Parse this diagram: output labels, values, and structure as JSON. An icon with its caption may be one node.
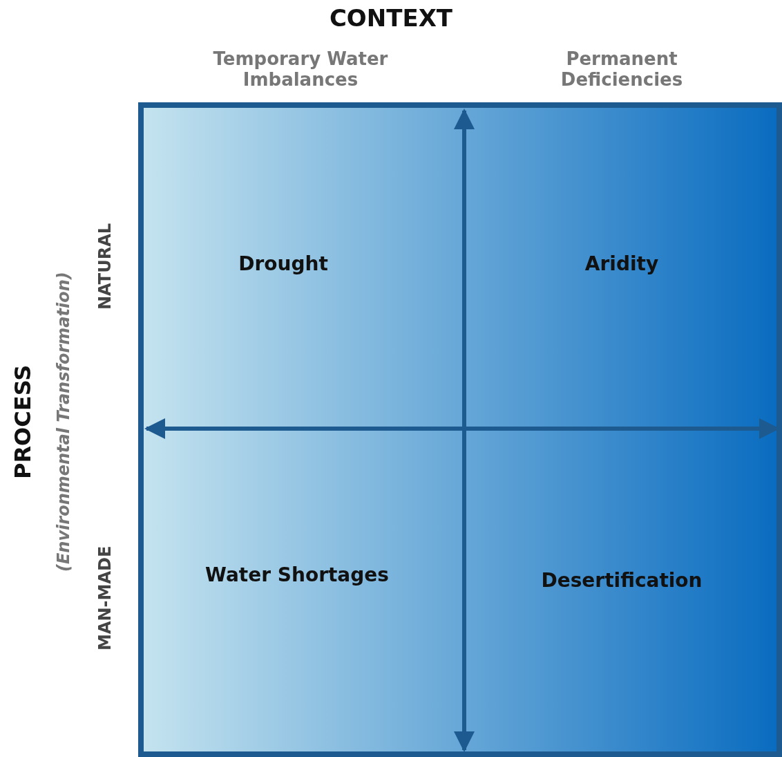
{
  "diagram": {
    "title": "CONTEXT",
    "labels": [
      "Temporary Water Imbalances",
      "Permanent Deficiencies",
      "PROCESS",
      "(Environmental Transformation)",
      "NATURAL",
      "MAN-MADE",
      "Drought",
      "Aridity",
      "Water Shortages",
      "Desertification"
    ]
  }
}
